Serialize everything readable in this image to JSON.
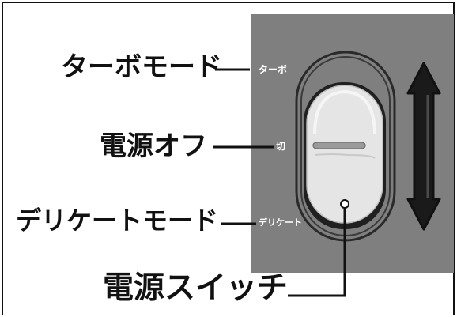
{
  "callouts": {
    "turbo_mode": "ターボモード",
    "power_off": "電源オフ",
    "delicate_mode": "デリケートモード",
    "power_switch": "電源スイッチ"
  },
  "panel_labels": {
    "turbo": "ターボ",
    "off": "切",
    "delicate": "デリケート"
  },
  "switch": {
    "positions": [
      "ターボ",
      "切",
      "デリケート"
    ],
    "current_position": "切",
    "slide_direction": "up-down"
  },
  "colors": {
    "panel": "#7f7f7f",
    "switch_body": "#e5e5e5",
    "switch_shadow": "#202020",
    "arrow": "#1a1a1a",
    "text": "#111111",
    "leader_line": "#111111"
  }
}
